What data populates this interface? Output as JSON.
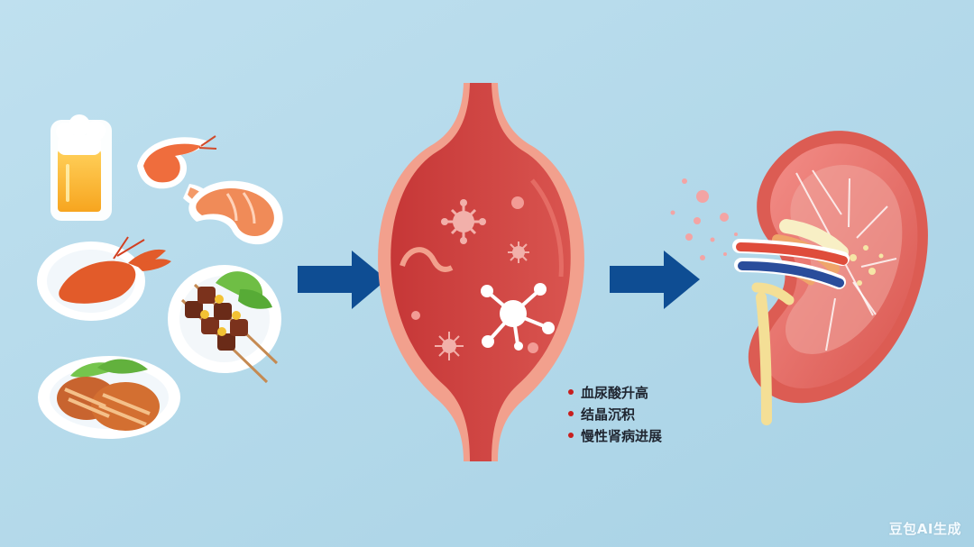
{
  "legend": {
    "items": [
      "血尿酸升高",
      "结晶沉积",
      "慢性肾病进展"
    ]
  },
  "watermark": {
    "text": "豆包AI生成"
  },
  "colors": {
    "background": "#b7dbea",
    "arrow": "#0e4d93",
    "bullet": "#c81e1e"
  },
  "icons": [
    "beer-icon",
    "shrimp-icon",
    "lobster-icon",
    "skewer-icon",
    "steak-icon",
    "blood-vessel-icon",
    "kidney-icon"
  ]
}
